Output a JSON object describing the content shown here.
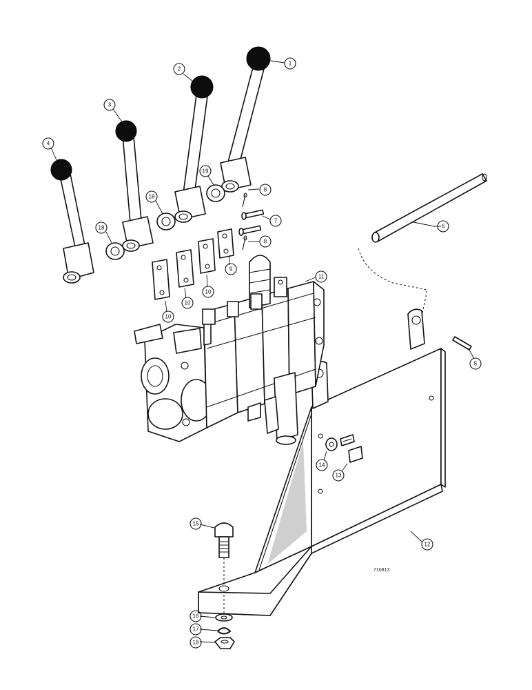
{
  "figure": {
    "reference_number": "710813"
  },
  "callouts": [
    {
      "id": "c1",
      "label": "1"
    },
    {
      "id": "c2",
      "label": "2"
    },
    {
      "id": "c3",
      "label": "3"
    },
    {
      "id": "c4",
      "label": "4"
    },
    {
      "id": "c5",
      "label": "5"
    },
    {
      "id": "c6",
      "label": "6"
    },
    {
      "id": "c7",
      "label": "7"
    },
    {
      "id": "c8a",
      "label": "8"
    },
    {
      "id": "c8b",
      "label": "8"
    },
    {
      "id": "c9",
      "label": "9"
    },
    {
      "id": "c10a",
      "label": "10"
    },
    {
      "id": "c10b",
      "label": "10"
    },
    {
      "id": "c10c",
      "label": "10"
    },
    {
      "id": "c11",
      "label": "11"
    },
    {
      "id": "c12",
      "label": "12"
    },
    {
      "id": "c13",
      "label": "13"
    },
    {
      "id": "c14",
      "label": "14"
    },
    {
      "id": "c15",
      "label": "15"
    },
    {
      "id": "c16",
      "label": "16"
    },
    {
      "id": "c17",
      "label": "17"
    },
    {
      "id": "c18a",
      "label": "18"
    },
    {
      "id": "c18b",
      "label": "18"
    },
    {
      "id": "c18c",
      "label": "18"
    },
    {
      "id": "c19",
      "label": "19"
    }
  ]
}
